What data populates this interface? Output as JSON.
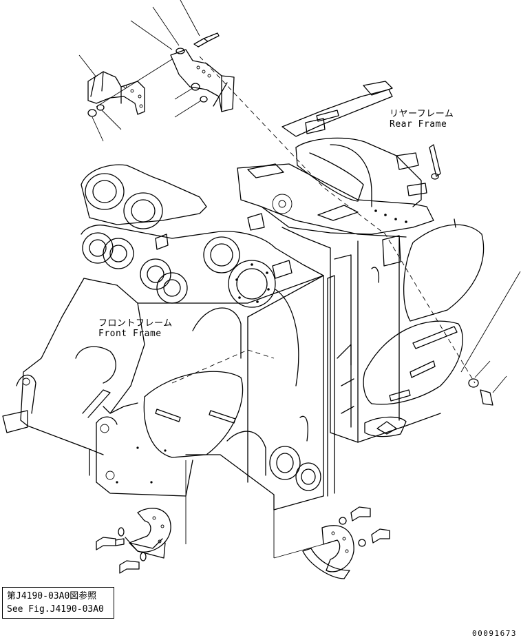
{
  "labels": {
    "rear_frame_jp": "リヤーフレーム",
    "rear_frame_en": "Rear Frame",
    "front_frame_jp": "フロントフレーム",
    "front_frame_en": "Front Frame"
  },
  "reference": {
    "line_jp": "第J4190-03A0図参照",
    "line_en": "See Fig.J4190-03A0"
  },
  "drawing_number": "00091673"
}
